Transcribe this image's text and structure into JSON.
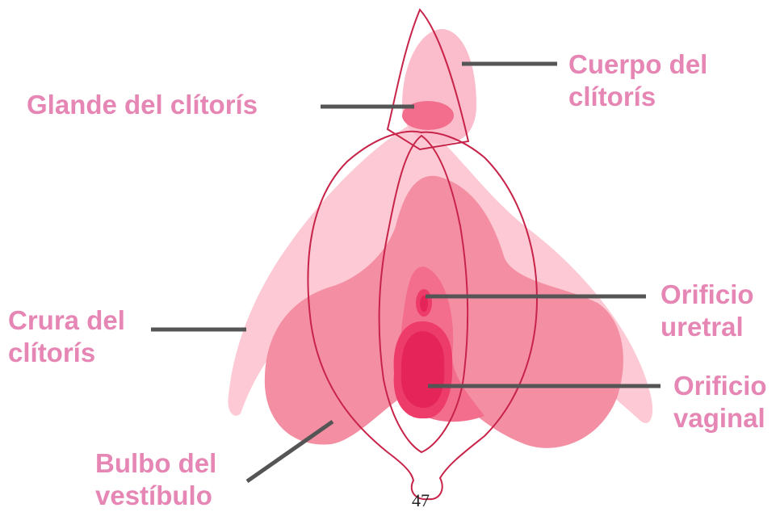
{
  "colors": {
    "label_text": "#e686b4",
    "leader_line": "#555555",
    "crura_fill": "#fcc9d4",
    "body_fill": "#fbbccb",
    "bulb_fill": "#f48ea3",
    "vestibule_fill": "#f36e8c",
    "orifice_fill": "#ee3c6a",
    "orifice_dark": "#e5245a",
    "outline": "#c8244a"
  },
  "labels": {
    "cuerpo": {
      "line1": "Cuerpo del",
      "line2": "clítorís"
    },
    "glande": {
      "line1": "Glande del clítorís"
    },
    "crura": {
      "line1": "Crura del",
      "line2": "clítorís"
    },
    "uretral": {
      "line1": "Orificio",
      "line2": "uretral"
    },
    "vaginal": {
      "line1": "Orificio",
      "line2": "vaginal"
    },
    "bulbo": {
      "line1": "Bulbo del",
      "line2": "vestíbulo"
    }
  },
  "page_number": "47"
}
